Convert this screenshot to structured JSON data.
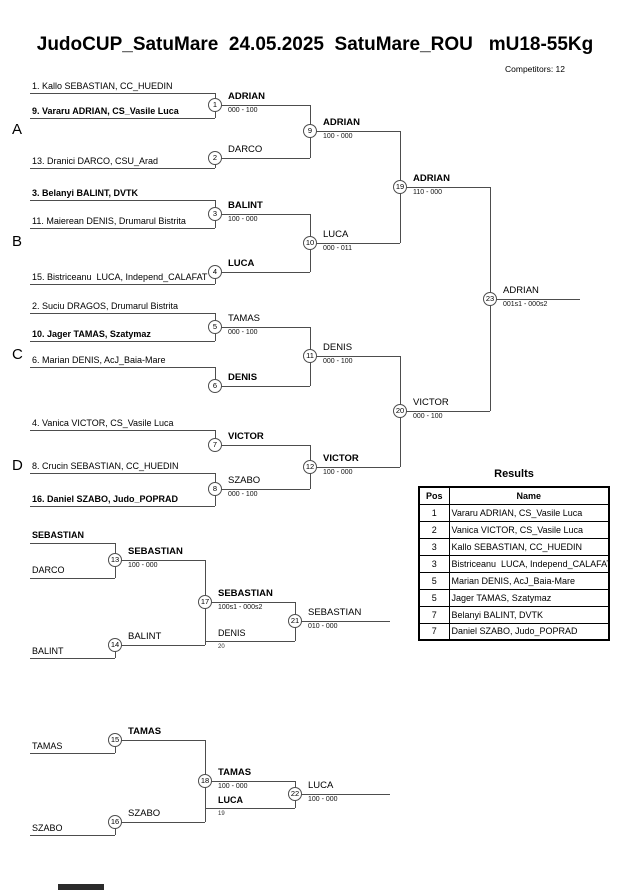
{
  "header": {
    "title": "JudoCUP_SatuMare  24.05.2025  SatuMare_ROU   mU18-55Kg",
    "competitors": "Competitors: 12"
  },
  "groups": [
    "A",
    "B",
    "C",
    "D"
  ],
  "entries": [
    "1. Kallo SEBASTIAN, CC_HUEDIN",
    "9. Vararu ADRIAN, CS_Vasile Luca",
    "13. Dranici DARCO, CSU_Arad",
    "3. Belanyi BALINT, DVTK",
    "11. Maierean DENIS, Drumarul Bistrita",
    "15. Bistriceanu  LUCA, Independ_CALAFAT",
    "2. Suciu DRAGOS, Drumarul Bistrita",
    "10. Jager TAMAS, Szatymaz",
    "6. Marian DENIS, AcJ_Baia-Mare",
    "4. Vanica VICTOR, CS_Vasile Luca",
    "8. Crucin SEBASTIAN, CC_HUEDIN",
    "16. Daniel SZABO, Judo_POPRAD"
  ],
  "matches": {
    "m1": {
      "no": "1",
      "winner": "ADRIAN",
      "score": "000 - 100"
    },
    "m2": {
      "no": "2",
      "winner": "DARCO"
    },
    "m3": {
      "no": "3",
      "winner": "BALINT",
      "score": "100 - 000"
    },
    "m4": {
      "no": "4",
      "winner": "LUCA"
    },
    "m5": {
      "no": "5",
      "winner": "TAMAS",
      "score": "000 - 100"
    },
    "m6": {
      "no": "6",
      "winner": "DENIS"
    },
    "m7": {
      "no": "7",
      "winner": "VICTOR"
    },
    "m8": {
      "no": "8",
      "winner": "SZABO",
      "score": "000 - 100"
    },
    "m9": {
      "no": "9",
      "winner": "ADRIAN",
      "score": "100 - 000"
    },
    "m10": {
      "no": "10",
      "winner": "LUCA",
      "score": "000 - 011"
    },
    "m11": {
      "no": "11",
      "winner": "DENIS",
      "score": "000 - 100"
    },
    "m12": {
      "no": "12",
      "winner": "VICTOR",
      "score": "100 - 000"
    },
    "m19": {
      "no": "19",
      "winner": "ADRIAN",
      "score": "110 - 000"
    },
    "m20": {
      "no": "20",
      "winner": "VICTOR",
      "score": "000 - 100"
    },
    "m23": {
      "no": "23",
      "winner": "ADRIAN",
      "score": "001s1 - 000s2"
    }
  },
  "repechage": {
    "entries": {
      "sebastian": "SEBASTIAN",
      "darco": "DARCO",
      "balint": "BALINT",
      "tamas": "TAMAS",
      "szabo": "SZABO",
      "denis": "DENIS",
      "denis_from": "20",
      "luca": "LUCA",
      "luca_from": "19"
    },
    "matches": {
      "m13": {
        "no": "13",
        "winner": "SEBASTIAN",
        "score": "100 - 000"
      },
      "m14": {
        "no": "14",
        "winner": "BALINT"
      },
      "m15": {
        "no": "15",
        "winner": "TAMAS"
      },
      "m16": {
        "no": "16",
        "winner": "SZABO"
      },
      "m17": {
        "no": "17",
        "winner": "SEBASTIAN",
        "score": "100s1 - 000s2"
      },
      "m18": {
        "no": "18",
        "winner": "TAMAS",
        "score": "100 - 000"
      },
      "m21": {
        "no": "21",
        "winner": "SEBASTIAN",
        "score": "010 - 000"
      },
      "m22": {
        "no": "22",
        "winner": "LUCA",
        "score": "100 - 000"
      }
    }
  },
  "results": {
    "title": "Results",
    "col_pos": "Pos",
    "col_name": "Name",
    "rows": [
      {
        "pos": "1",
        "name": "Vararu ADRIAN, CS_Vasile Luca"
      },
      {
        "pos": "2",
        "name": "Vanica VICTOR, CS_Vasile Luca"
      },
      {
        "pos": "3",
        "name": "Kallo SEBASTIAN, CC_HUEDIN"
      },
      {
        "pos": "3",
        "name": "Bistriceanu  LUCA, Independ_CALAFAT"
      },
      {
        "pos": "5",
        "name": "Marian DENIS, AcJ_Baia-Mare"
      },
      {
        "pos": "5",
        "name": "Jager TAMAS, Szatymaz"
      },
      {
        "pos": "7",
        "name": "Belanyi BALINT, DVTK"
      },
      {
        "pos": "7",
        "name": "Daniel SZABO, Judo_POPRAD"
      }
    ]
  }
}
